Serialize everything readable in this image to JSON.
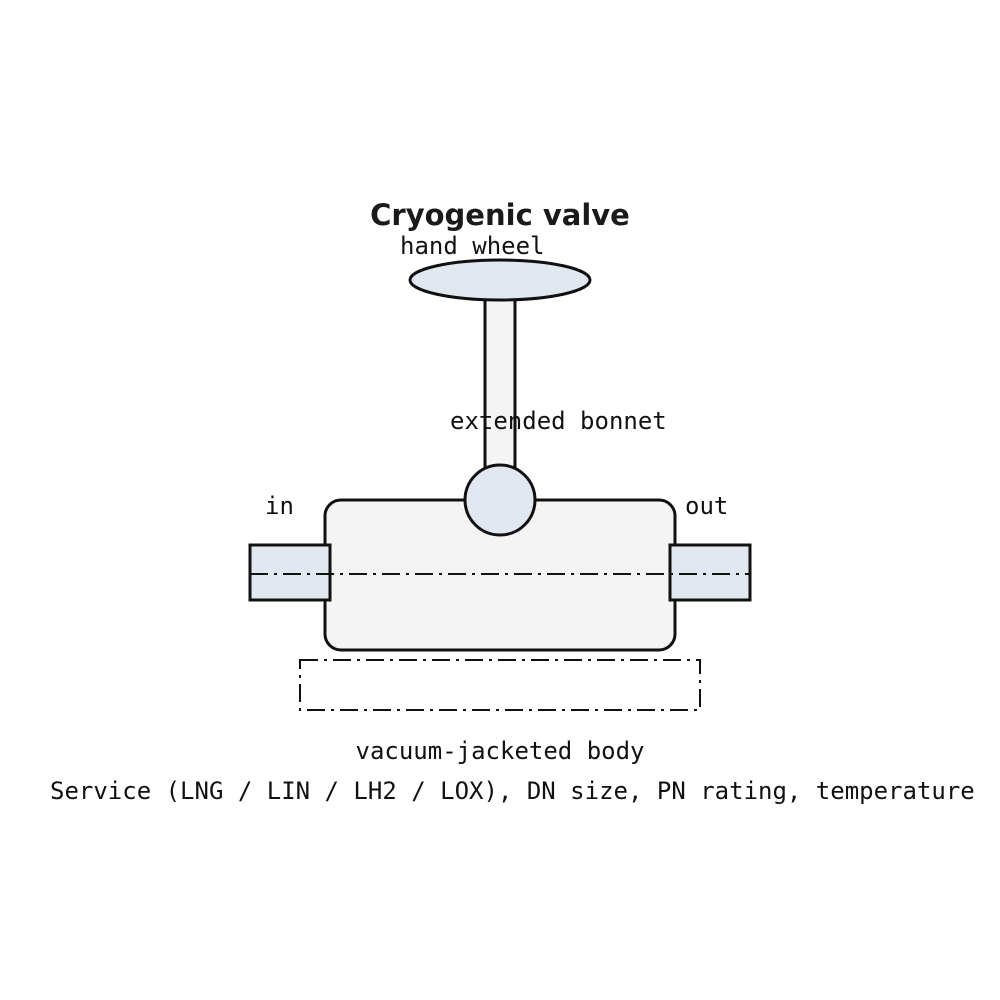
{
  "diagram": {
    "title": "Cryogenic valve",
    "labels": {
      "hand_wheel": "hand wheel",
      "extended_bonnet": "extended bonnet",
      "inlet": "in",
      "outlet": "out",
      "vacuum_jacket": "vacuum-jacketed body",
      "service_note": "Service (LNG / LIN / LH2 / LOX), DN size, PN rating, temperature"
    },
    "colors": {
      "stroke": "#111111",
      "body_fill": "#f4f4f4",
      "accent_fill": "#e1e8f0"
    }
  }
}
